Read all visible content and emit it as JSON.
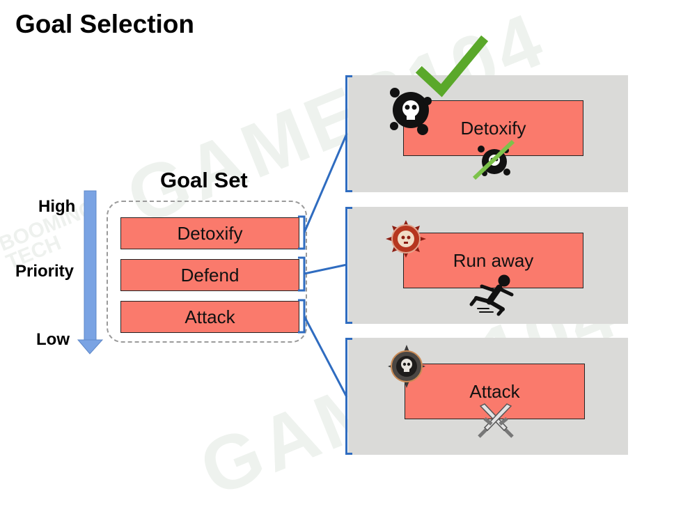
{
  "slide_title": "Goal Selection",
  "goal_set_title": "Goal Set",
  "priority": {
    "high": "High",
    "label": "Priority",
    "low": "Low"
  },
  "goals": [
    "Detoxify",
    "Defend",
    "Attack"
  ],
  "actions": [
    "Detoxify",
    "Run away",
    "Attack"
  ],
  "watermarks": {
    "big": "GAMES104",
    "small_line1": "BOOMING",
    "small_line2": "TECH"
  },
  "icons": [
    "checkmark-icon",
    "poison-skull-icon",
    "crossed-poison-icon",
    "defend-badge-icon",
    "running-man-icon",
    "skull-badge-icon",
    "crossed-swords-icon",
    "priority-arrow-icon"
  ],
  "colors": {
    "goal_fill": "#fa7a6c",
    "panel_bg": "#dadad8",
    "connector": "#2f6cc0",
    "arrow": "#7aa3e3",
    "check": "#5aa82a"
  }
}
